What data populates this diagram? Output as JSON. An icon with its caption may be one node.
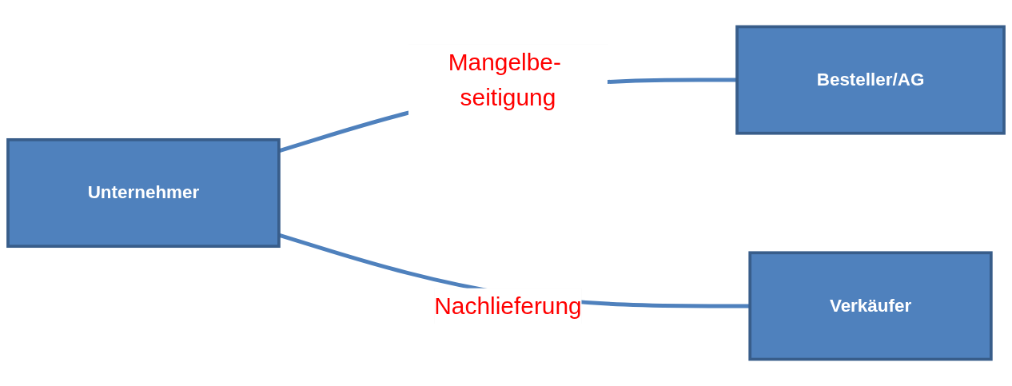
{
  "diagram": {
    "nodes": [
      {
        "text": [
          "Unternehmer"
        ]
      },
      {
        "text": [
          "Besteller/AG"
        ]
      },
      {
        "text": [
          "Verkäufer"
        ]
      }
    ],
    "edges": [
      {
        "from": 0,
        "to": 1,
        "arrow": "none",
        "label": "Mangelbe- seitigung"
      },
      {
        "from": 0,
        "to": 2,
        "arrow": "none",
        "label": "Nachlieferung"
      }
    ]
  }
}
